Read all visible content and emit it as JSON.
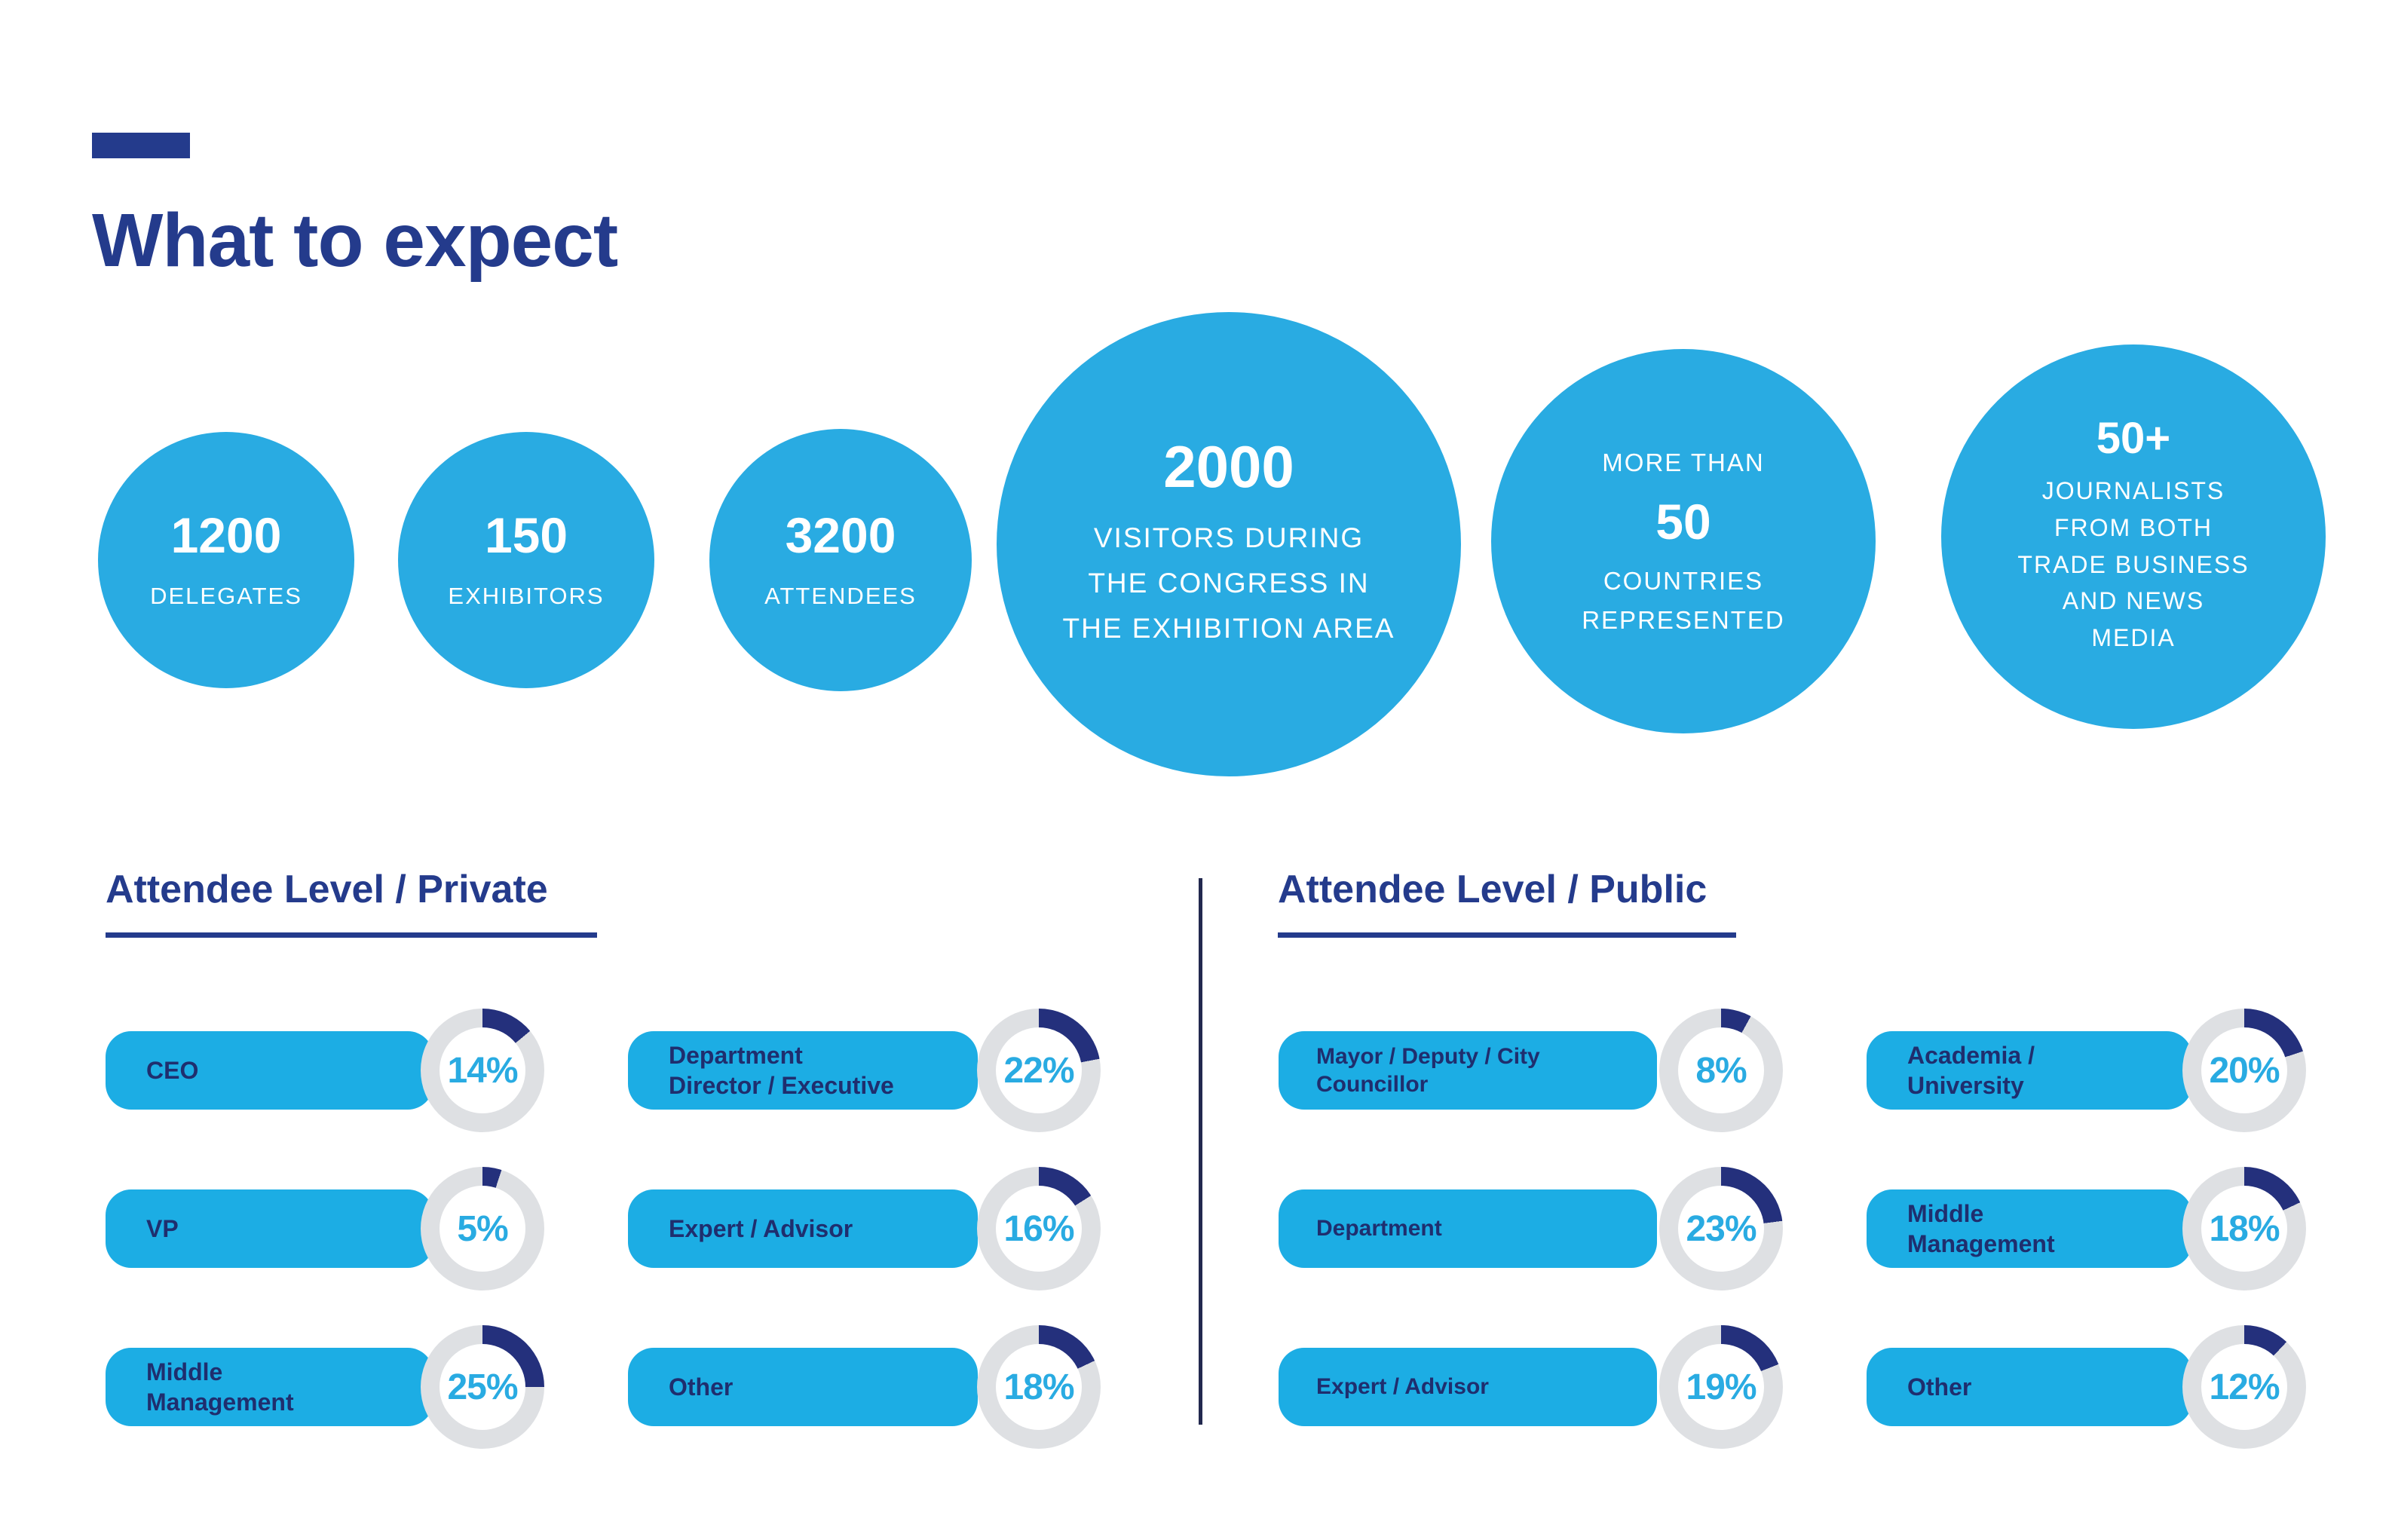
{
  "header": {
    "title": "What to expect"
  },
  "colors": {
    "navy": "#243B8C",
    "label_navy": "#1F2E6E",
    "arc_navy": "#24307C",
    "divider_navy": "#22294F",
    "circle_blue": "#29ABE2",
    "bar_blue": "#1CADE4",
    "ring_gray": "#DEE0E3",
    "pct_blue": "#29ABE2"
  },
  "stats": [
    {
      "value": "1200",
      "lines": [
        "DELEGATES"
      ]
    },
    {
      "value": "150",
      "lines": [
        "EXHIBITORS"
      ]
    },
    {
      "value": "3200",
      "lines": [
        "ATTENDEES"
      ]
    },
    {
      "value": "2000",
      "lines": [
        "VISITORS DURING",
        "THE CONGRESS IN",
        "THE EXHIBITION AREA"
      ]
    },
    {
      "pre": "MORE THAN",
      "value": "50",
      "lines": [
        "COUNTRIES",
        "REPRESENTED"
      ]
    },
    {
      "value": "50+",
      "lines": [
        "JOURNALISTS",
        "FROM BOTH",
        "TRADE BUSINESS",
        "AND NEWS",
        "MEDIA"
      ]
    }
  ],
  "sections": [
    {
      "title": "Attendee Level / Private",
      "columns": [
        {
          "items": [
            {
              "label": "CEO",
              "pct": 14,
              "pct_label": "14%"
            },
            {
              "label": "VP",
              "pct": 5,
              "pct_label": "5%"
            },
            {
              "label": "Middle Management",
              "pct": 25,
              "pct_label": "25%"
            }
          ]
        },
        {
          "items": [
            {
              "label": "Department Director / Executive",
              "pct": 22,
              "pct_label": "22%"
            },
            {
              "label": "Expert / Advisor",
              "pct": 16,
              "pct_label": "16%"
            },
            {
              "label": "Other",
              "pct": 18,
              "pct_label": "18%"
            }
          ]
        }
      ]
    },
    {
      "title": "Attendee Level / Public",
      "columns": [
        {
          "items": [
            {
              "label": "Mayor / Deputy / City Councillor",
              "pct": 8,
              "pct_label": "8%"
            },
            {
              "label": "Department",
              "pct": 23,
              "pct_label": "23%"
            },
            {
              "label": "Expert / Advisor",
              "pct": 19,
              "pct_label": "19%"
            }
          ]
        },
        {
          "items": [
            {
              "label": "Academia /  University",
              "pct": 20,
              "pct_label": "20%"
            },
            {
              "label": "Middle Management",
              "pct": 18,
              "pct_label": "18%"
            },
            {
              "label": "Other",
              "pct": 12,
              "pct_label": "12%"
            }
          ]
        }
      ]
    }
  ],
  "chart_data": [
    {
      "type": "pie",
      "title": "Attendee Level / Private",
      "categories": [
        "CEO",
        "Department Director / Executive",
        "VP",
        "Expert / Advisor",
        "Middle Management",
        "Other"
      ],
      "values": [
        14,
        22,
        5,
        16,
        25,
        18
      ],
      "unit": "%",
      "style": "donut-per-category, navy arc on gray ring, clockwise from top"
    },
    {
      "type": "pie",
      "title": "Attendee Level / Public",
      "categories": [
        "Mayor / Deputy / City Councillor",
        "Academia / University",
        "Department",
        "Middle Management",
        "Expert / Advisor",
        "Other"
      ],
      "values": [
        8,
        20,
        23,
        18,
        19,
        12
      ],
      "unit": "%",
      "style": "donut-per-category, navy arc on gray ring, clockwise from top"
    },
    {
      "type": "table",
      "title": "What to expect",
      "rows": [
        [
          "1200",
          "DELEGATES"
        ],
        [
          "150",
          "EXHIBITORS"
        ],
        [
          "3200",
          "ATTENDEES"
        ],
        [
          "2000",
          "VISITORS DURING THE CONGRESS IN THE EXHIBITION AREA"
        ],
        [
          "MORE THAN 50",
          "COUNTRIES REPRESENTED"
        ],
        [
          "50+",
          "JOURNALISTS FROM BOTH TRADE BUSINESS AND NEWS MEDIA"
        ]
      ]
    }
  ]
}
